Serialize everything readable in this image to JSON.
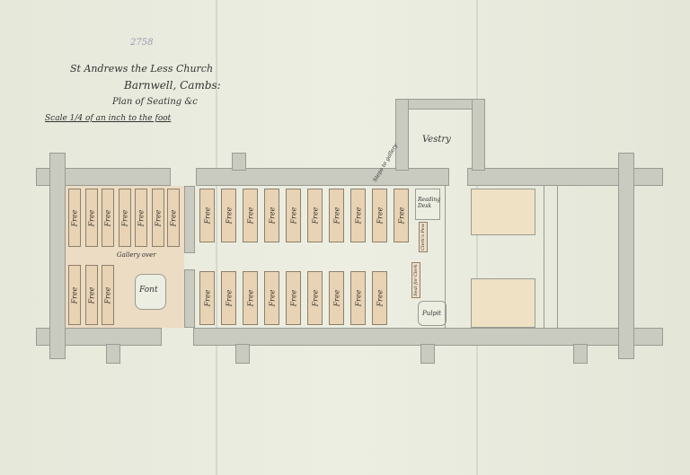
{
  "document": {
    "catalogue_number": "2758",
    "title_lines": [
      "St Andrews the Less Church",
      "Barnwell, Cambs:",
      "Plan of Seating &c",
      "Scale 1/4 of an inch to the foot"
    ]
  },
  "plan_labels": {
    "vestry": "Vestry",
    "reading_desk": "Reading Desk",
    "font": "Font",
    "pulpit": "Pulpit",
    "steps": "Steps to gallery",
    "clerk_top": "Clerk's Pew",
    "clerk_bottom": "Seat for Clerk",
    "gallery_note": "Gallery over"
  },
  "pew_label": "Free",
  "colors": {
    "paper": "#e8eadc",
    "wall": "#c9cac0",
    "pew": "#e8d3b4",
    "chancel": "#efe2c4"
  }
}
